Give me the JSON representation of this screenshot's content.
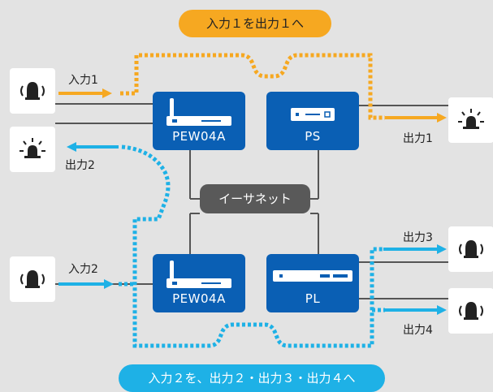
{
  "banner_top": "入力１を出力１へ",
  "banner_bottom": "入力２を、出力２・出力３・出力４へ",
  "hub_label": "イーサネット",
  "devices": {
    "pew_top": "PEW04A",
    "ps": "PS",
    "pew_bottom": "PEW04A",
    "pl": "PL"
  },
  "labels": {
    "in1": "入力1",
    "out2": "出力2",
    "in2": "入力2",
    "out1": "出力1",
    "out3": "出力3",
    "out4": "出力4"
  },
  "colors": {
    "orange": "#f6a821",
    "blue": "#1eb1e6",
    "device": "#0a5fb4",
    "hub": "#595959",
    "wire": "#555555"
  },
  "icons": {
    "in1": "alarm-bell-icon",
    "out2": "beacon-light-icon",
    "in2": "alarm-bell-icon",
    "out1": "beacon-light-icon",
    "out3": "alarm-bell-icon",
    "out4": "alarm-bell-icon"
  }
}
